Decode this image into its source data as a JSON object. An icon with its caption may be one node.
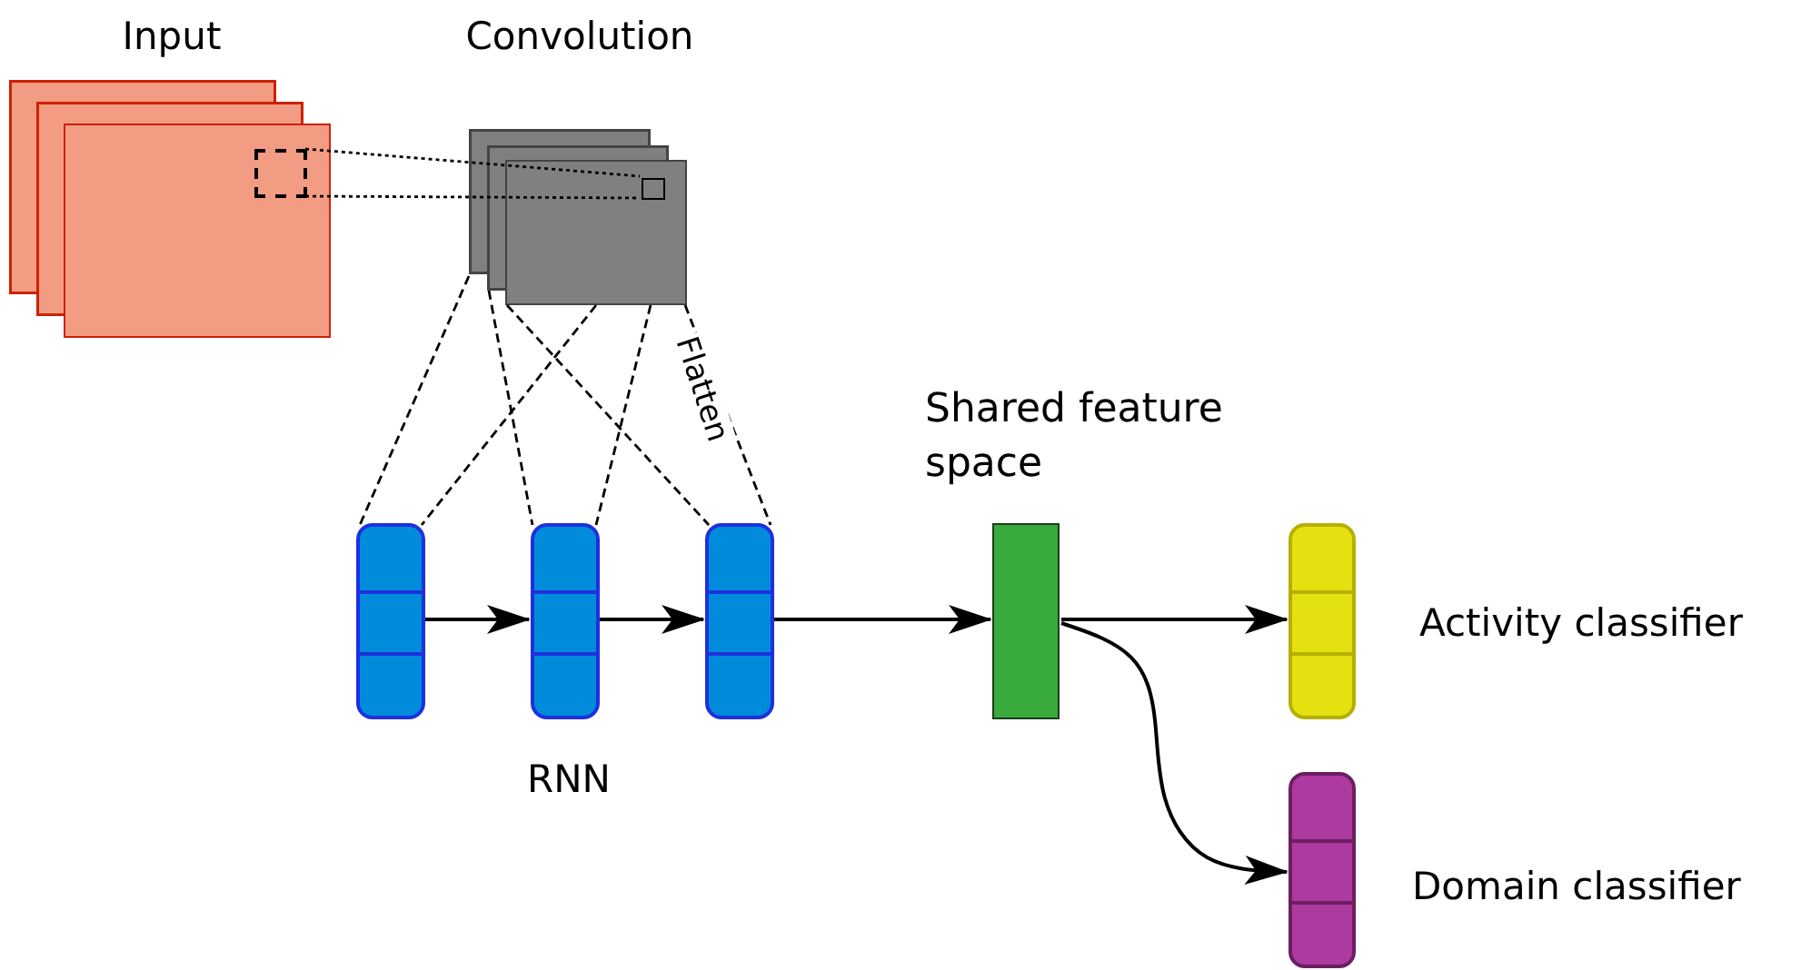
{
  "diagram": {
    "nodes": [
      {
        "text": [
          "Input"
        ]
      },
      {
        "text": [],
        "shape": "box",
        "in": 0
      },
      {
        "text": [
          "Convolution"
        ]
      },
      {
        "text": [],
        "shape": "box",
        "in": 2
      },
      {
        "text": [],
        "shape": "bar"
      },
      {
        "text": [],
        "shape": "bar",
        "beside": [
          "RNN"
        ]
      },
      {
        "text": [],
        "shape": "bar"
      },
      {
        "text": [
          "Shared feature space"
        ]
      },
      {
        "text": [],
        "shape": "bar",
        "beside": [
          "Activity classifier"
        ]
      },
      {
        "text": [],
        "shape": "bar",
        "beside": [
          "Domain classifier"
        ]
      }
    ],
    "edges": [
      {
        "from": 1,
        "to": 3,
        "arrow": "none",
        "style": "dashed"
      },
      {
        "from": 1,
        "to": 3,
        "arrow": "none",
        "style": "dashed"
      },
      {
        "from": 2,
        "to": 4,
        "arrow": "none",
        "style": "dashed"
      },
      {
        "from": 2,
        "to": 4,
        "arrow": "none",
        "style": "dashed"
      },
      {
        "from": 2,
        "to": 5,
        "arrow": "none",
        "style": "dashed"
      },
      {
        "from": 2,
        "to": 5,
        "arrow": "none",
        "style": "dashed"
      },
      {
        "from": 2,
        "to": 6,
        "arrow": "none",
        "style": "dashed"
      },
      {
        "from": 2,
        "to": 6,
        "arrow": "none",
        "style": "dashed",
        "label": "Flatten"
      },
      {
        "from": 4,
        "to": 5,
        "arrow": "to"
      },
      {
        "from": 5,
        "to": 6,
        "arrow": "to"
      },
      {
        "from": 6,
        "to": 7,
        "arrow": "to"
      },
      {
        "from": 7,
        "to": 8,
        "arrow": "to"
      },
      {
        "from": 7,
        "to": 9,
        "arrow": "to"
      }
    ]
  }
}
